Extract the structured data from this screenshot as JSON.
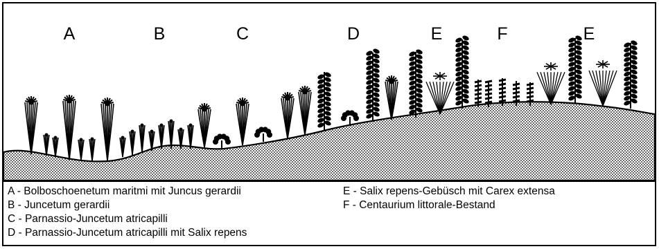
{
  "zones": [
    {
      "key": "A"
    },
    {
      "key": "B"
    },
    {
      "key": "C"
    },
    {
      "key": "D"
    },
    {
      "key": "E"
    },
    {
      "key": "F"
    },
    {
      "key": "E"
    }
  ],
  "legend": {
    "left": [
      {
        "text": "A - Bolboschoenetum maritmi mit Juncus gerardii"
      },
      {
        "text": "B - Juncetum gerardii"
      },
      {
        "text": "C - Parnassio-Juncetum atricapilli"
      },
      {
        "text": "D - Parnassio-Juncetum atricapilli mit Salix repens"
      }
    ],
    "right": [
      {
        "text": "E - Salix repens-Gebüsch mit Carex extensa"
      },
      {
        "text": "F - Centaurium littorale-Bestand"
      }
    ]
  },
  "colors": {
    "ink": "#000000",
    "paper": "#ffffff"
  }
}
